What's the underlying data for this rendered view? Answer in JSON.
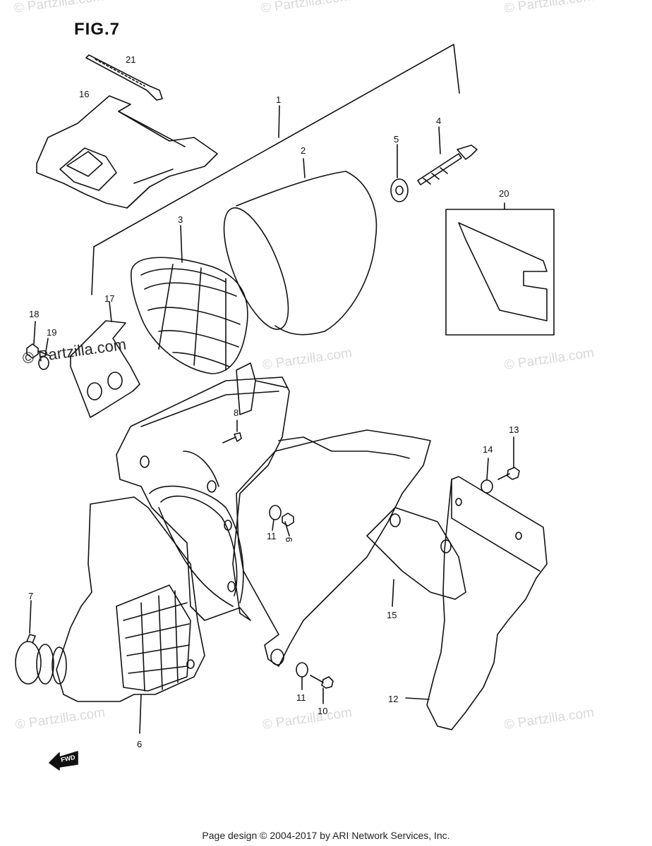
{
  "figure": {
    "title": "FIG.7"
  },
  "callouts": [
    "1",
    "2",
    "3",
    "4",
    "5",
    "6",
    "7",
    "8",
    "9",
    "10",
    "11",
    "11",
    "12",
    "13",
    "14",
    "15",
    "16",
    "17",
    "18",
    "19",
    "20",
    "21"
  ],
  "fwd_label": "FWD",
  "watermarks": {
    "light": "© Partzilla.com",
    "dark": "© Partzilla.com"
  },
  "footer": "Page design © 2004-2017 by ARI Network Services, Inc."
}
